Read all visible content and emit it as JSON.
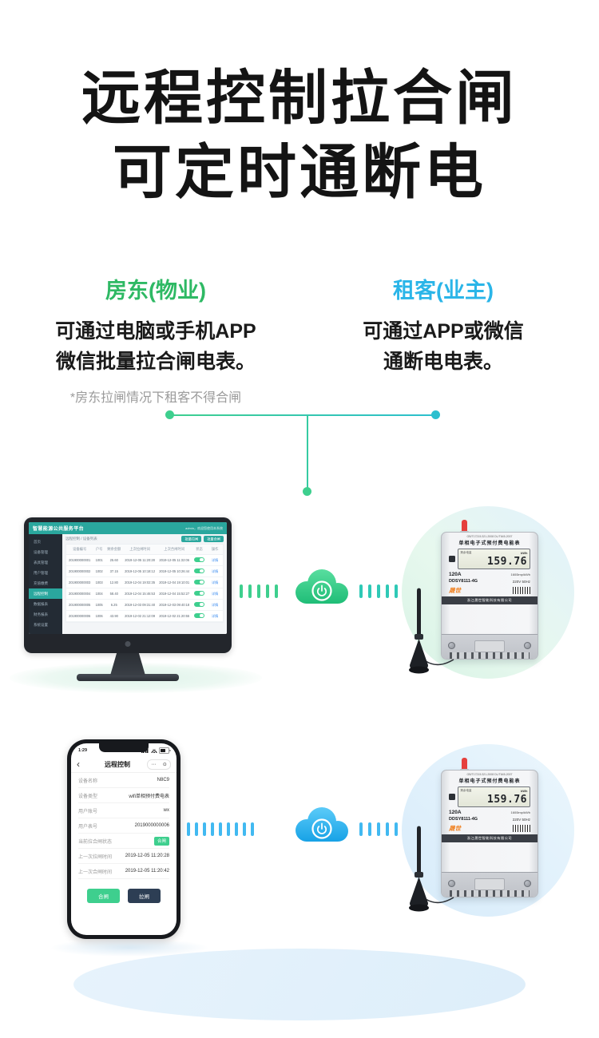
{
  "colors": {
    "headline": "#141414",
    "green_accent": "#3ecf8e",
    "green_heading": "#2eb964",
    "teal": "#2bbfcf",
    "blue_heading": "#2ab5e8",
    "blue_accent": "#41b9f1",
    "platform_teal": "#2aa79e",
    "brand_orange": "#f07d1a"
  },
  "hero": {
    "title_line1": "远程控制拉合闸",
    "title_line2": "可定时通断电"
  },
  "landlord": {
    "heading": "房东(物业)",
    "line1": "可通过电脑或手机APP",
    "line2": "微信批量拉合闸电表。",
    "note": "*房东拉闸情况下租客不得合闸"
  },
  "tenant": {
    "heading": "租客(业主)",
    "line1": "可通过APP或微信",
    "line2": "通断电电表。"
  },
  "icons": {
    "back": "‹",
    "more": "⋯",
    "target": "⊙",
    "cloud_glyph": "power-symbol"
  },
  "pc_screen": {
    "topbar_title": "智慧能源公共服务平台",
    "topbar_right": "admin，欢迎您使用本系统",
    "sidebar_items": [
      "首页",
      "设备管理",
      "表具管理",
      "用户管理",
      "充值缴费",
      "远程控制",
      "数据报表",
      "财务报表",
      "系统设置"
    ],
    "active_item": "远程控制",
    "breadcrumb": "远程控制 / 设备列表",
    "buttons": [
      "批量拉闸",
      "批量合闸"
    ],
    "table": {
      "headers": [
        "设备编号",
        "户号",
        "剩余金额",
        "上次拉闸时间",
        "上次合闸时间",
        "状态",
        "操作"
      ],
      "rows": [
        [
          "201900000001",
          "1001",
          "25.60",
          "2019-12-05 11:20:28",
          "2019-12-05 11:32:06",
          "on",
          "详情"
        ],
        [
          "201900000002",
          "1002",
          "37.15",
          "2019-12-05 10:18:12",
          "2019-12-05 10:26:44",
          "on",
          "详情"
        ],
        [
          "201900000003",
          "1003",
          "12.80",
          "2019-12-04 19:02:35",
          "2019-12-04 19:10:01",
          "on",
          "详情"
        ],
        [
          "201900000004",
          "1004",
          "58.40",
          "2019-12-04 15:46:53",
          "2019-12-04 15:52:27",
          "on",
          "详情"
        ],
        [
          "201900000005",
          "1005",
          "6.25",
          "2019-12-03 09:31:40",
          "2019-12-03 09:40:18",
          "on",
          "详情"
        ],
        [
          "201900000006",
          "1006",
          "43.90",
          "2019-12-02 21:12:09",
          "2019-12-02 21:20:55",
          "on",
          "详情"
        ]
      ]
    }
  },
  "phone_screen": {
    "status_time": "1:29",
    "nav_title": "远程控制",
    "fields": [
      {
        "label": "设备名称",
        "value": "N8C9"
      },
      {
        "label": "设备类型",
        "value": "wifi单相预付费电表"
      },
      {
        "label": "用户账号",
        "value": "wx"
      },
      {
        "label": "用户表号",
        "value": "2019000000006"
      },
      {
        "label": "当前拉合闸状态",
        "value": "合闸",
        "badge": true
      },
      {
        "label": "上一次拉闸时间",
        "value": "2019-12-05 11:20:28"
      },
      {
        "label": "上一次合闸时间",
        "value": "2019-12-05 11:20:42"
      }
    ],
    "btn_close": "合闸",
    "btn_open": "拉闸"
  },
  "meter": {
    "std_line": "GB/T17215.321-2008  DL/T645-2007",
    "title": "单相电子式预付费电能表",
    "lcd_tag": "剩余电量",
    "unit": "kWh",
    "reading": "159.76",
    "current": "120A",
    "imp": "1600imp/kWh",
    "model": "DDSY8111-4G",
    "voltage_freq": "220V 50Hz",
    "brand": "晟世",
    "band": "浙江晟世智能科技有限公司"
  }
}
